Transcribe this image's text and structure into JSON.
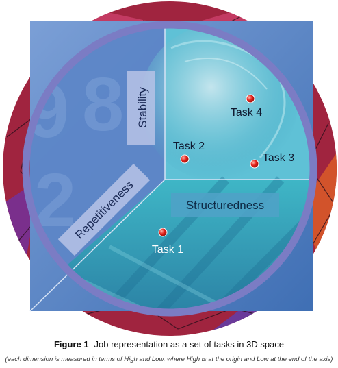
{
  "axes": {
    "stability": "Stability",
    "repetitiveness": "Repetitiveness",
    "structuredness": "Structuredness"
  },
  "tasks": [
    {
      "label": "Task 1"
    },
    {
      "label": "Task 2"
    },
    {
      "label": "Task 3"
    },
    {
      "label": "Task 4"
    }
  ],
  "caption": {
    "label": "Figure 1",
    "title": "Job representation as a set of tasks in 3D space",
    "note": "(each dimension is measured in terms of High and Low, where High is at the origin and Low at the end of the axis)"
  },
  "colors": {
    "ring": "#7b7cc4",
    "square": "#4f7fc0",
    "cube_face": "#3fb3c9",
    "task_dot": "#e5221b",
    "outer_ring": "#a0243f"
  }
}
